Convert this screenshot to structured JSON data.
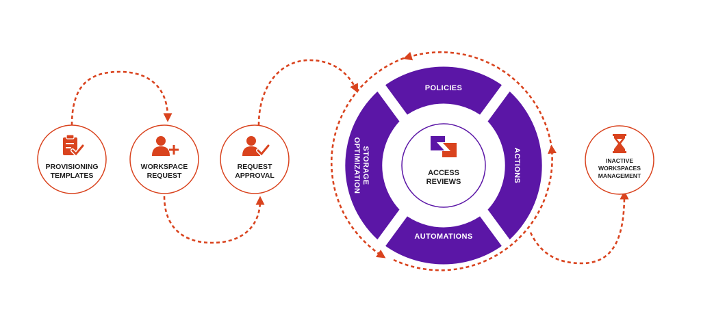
{
  "colors": {
    "accent": "#d9431e",
    "purple": "#5b16a6",
    "text": "#1e1e1e",
    "white": "#ffffff"
  },
  "steps": [
    {
      "id": "provisioning",
      "lines": [
        "PROVISIONING",
        "TEMPLATES"
      ],
      "icon": "clipboard-check-icon"
    },
    {
      "id": "workspace-request",
      "lines": [
        "WORKSPACE",
        "REQUEST"
      ],
      "icon": "user-plus-icon"
    },
    {
      "id": "request-approval",
      "lines": [
        "REQUEST",
        "APPROVAL"
      ],
      "icon": "user-check-icon"
    },
    {
      "id": "inactive-workspaces",
      "lines": [
        "INACTIVE",
        "WORKSPACES",
        "MANAGEMENT"
      ],
      "icon": "hourglass-icon"
    }
  ],
  "wheel": {
    "center": {
      "lines": [
        "ACCESS",
        "REVIEWS"
      ],
      "icon": "logo-icon"
    },
    "segments": {
      "top": "POLICIES",
      "right": "ACTIONS",
      "bottom": "AUTOMATIONS",
      "left_line1": "STORAGE",
      "left_line2": "OPTIMIZATION"
    }
  }
}
